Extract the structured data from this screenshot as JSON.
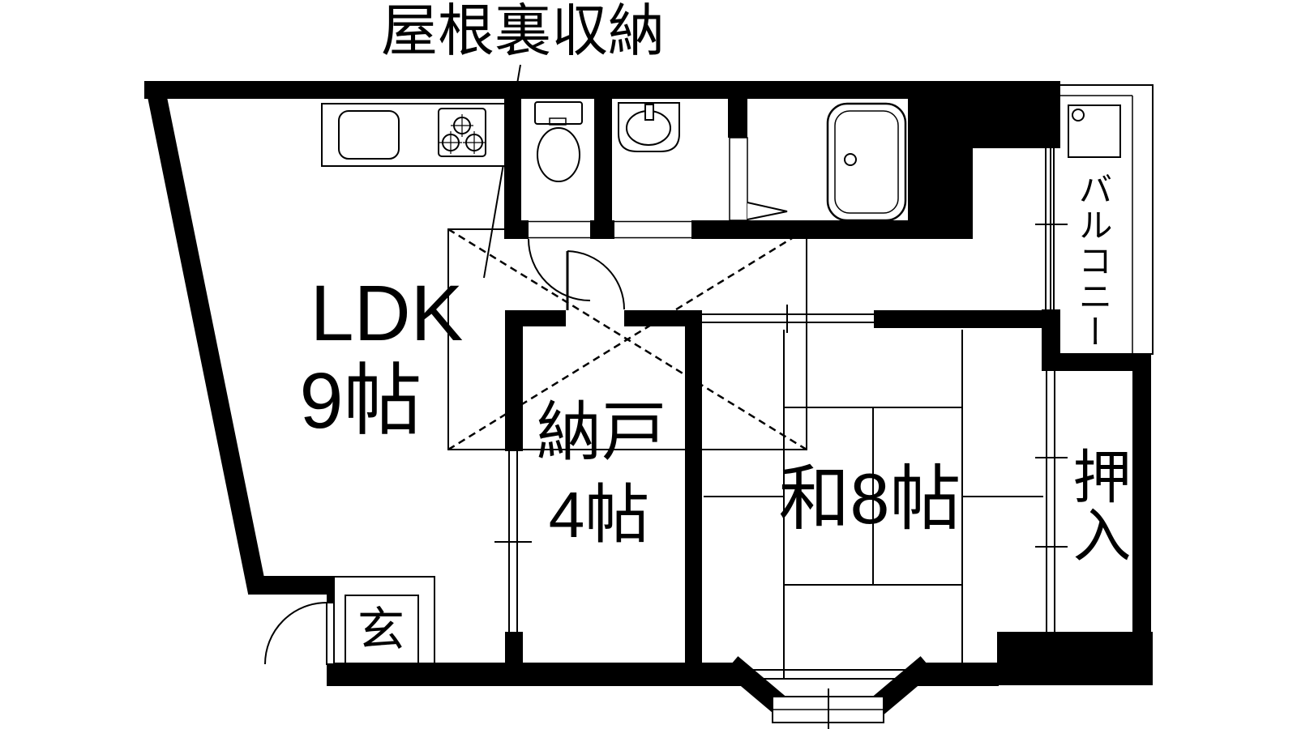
{
  "floorplan": {
    "attic_label": "屋根裏収納",
    "rooms": {
      "ldk": {
        "name": "LDK",
        "size": "9帖"
      },
      "nando": {
        "name": "納戸",
        "size": "4帖"
      },
      "washitsu": {
        "name": "和8帖"
      },
      "oshiire": {
        "name": "押入"
      },
      "balcony": {
        "name": "バルコニー"
      },
      "entrance": {
        "name": "玄"
      }
    },
    "colors": {
      "wall": "#000000",
      "background": "#ffffff",
      "line": "#000000"
    }
  }
}
